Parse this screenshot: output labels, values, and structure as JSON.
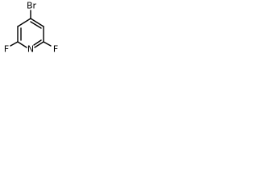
{
  "molecule": {
    "atoms": {
      "bromine": "Br",
      "fluorine_left": "F",
      "fluorine_right": "F",
      "nitrogen": "N"
    }
  }
}
